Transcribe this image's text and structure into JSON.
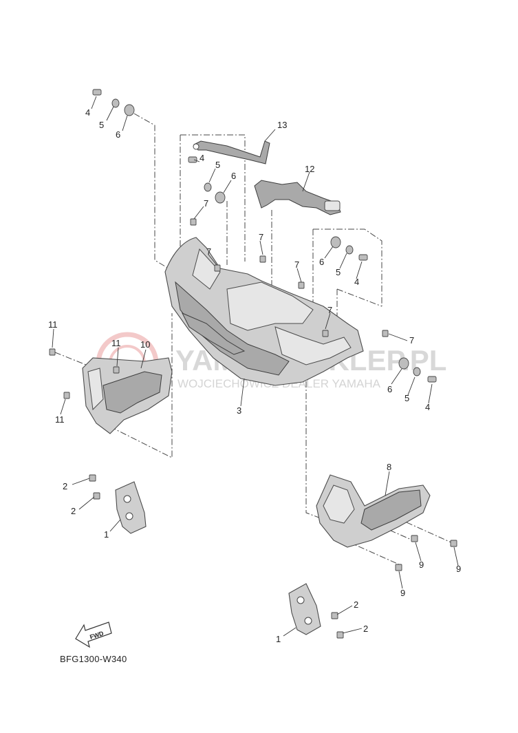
{
  "diagram": {
    "code": "BFG1300-W340",
    "fwd_label": "FWD",
    "watermark": {
      "logo_text": "YAMAHA-SKLEP.PL",
      "subtitle": "WOJCIECHOWICZ DEALER YAMAHA"
    },
    "callouts": [
      {
        "id": "c4a",
        "text": "4"
      },
      {
        "id": "c5a",
        "text": "5"
      },
      {
        "id": "c6a",
        "text": "6"
      },
      {
        "id": "c13",
        "text": "13"
      },
      {
        "id": "c4b",
        "text": "4"
      },
      {
        "id": "c5b",
        "text": "5"
      },
      {
        "id": "c6b",
        "text": "6"
      },
      {
        "id": "c12",
        "text": "12"
      },
      {
        "id": "c7a",
        "text": "7"
      },
      {
        "id": "c7b",
        "text": "7"
      },
      {
        "id": "c7c",
        "text": "7"
      },
      {
        "id": "c7d",
        "text": "7"
      },
      {
        "id": "c6c",
        "text": "6"
      },
      {
        "id": "c5c",
        "text": "5"
      },
      {
        "id": "c4c",
        "text": "4"
      },
      {
        "id": "c7e",
        "text": "7"
      },
      {
        "id": "c11a",
        "text": "11"
      },
      {
        "id": "c11b",
        "text": "11"
      },
      {
        "id": "c10",
        "text": "10"
      },
      {
        "id": "c7f",
        "text": "7"
      },
      {
        "id": "c6d",
        "text": "6"
      },
      {
        "id": "c5d",
        "text": "5"
      },
      {
        "id": "c4d",
        "text": "4"
      },
      {
        "id": "c11c",
        "text": "11"
      },
      {
        "id": "c3",
        "text": "3"
      },
      {
        "id": "c8",
        "text": "8"
      },
      {
        "id": "c2a",
        "text": "2"
      },
      {
        "id": "c2b",
        "text": "2"
      },
      {
        "id": "c1a",
        "text": "1"
      },
      {
        "id": "c9a",
        "text": "9"
      },
      {
        "id": "c9b",
        "text": "9"
      },
      {
        "id": "c9c",
        "text": "9"
      },
      {
        "id": "c2c",
        "text": "2"
      },
      {
        "id": "c2d",
        "text": "2"
      },
      {
        "id": "c1b",
        "text": "1"
      }
    ]
  }
}
